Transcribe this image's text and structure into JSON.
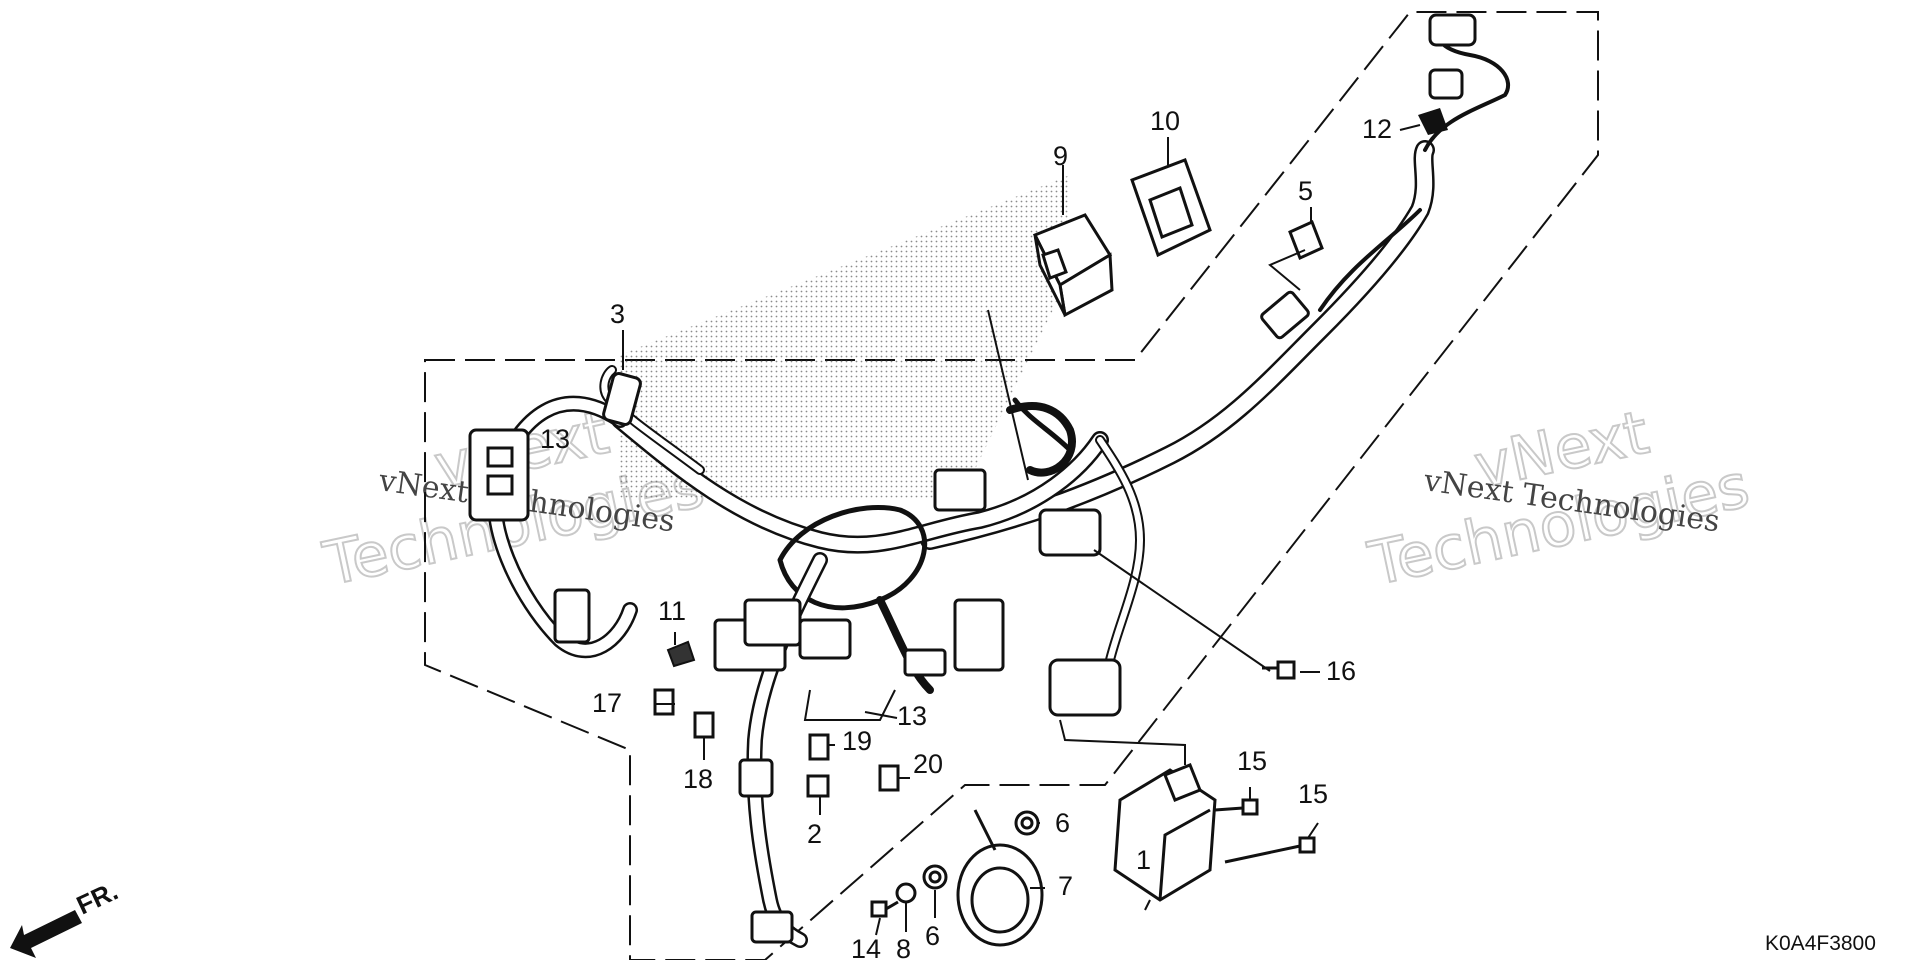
{
  "diagram": {
    "drawing_code": "K0A4F3800",
    "front_indicator": "FR.",
    "callouts": [
      "1",
      "2",
      "3",
      "5",
      "6",
      "6",
      "7",
      "8",
      "9",
      "10",
      "11",
      "12",
      "13",
      "13",
      "14",
      "15",
      "15",
      "16",
      "17",
      "18",
      "19",
      "20"
    ],
    "watermark": {
      "line1": "vNext",
      "line2": "Technologies",
      "small": "vNext Technologies"
    }
  }
}
